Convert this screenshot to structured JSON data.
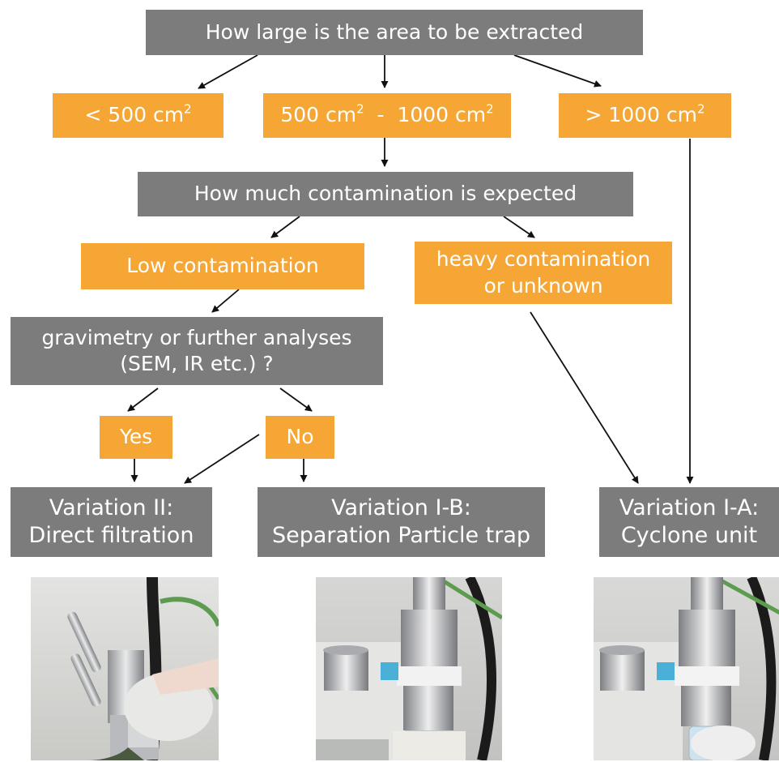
{
  "questions": {
    "area": "How large is the area to be extracted",
    "contamination": "How much contamination is expected",
    "analysis_line1": "gravimetry or further analyses",
    "analysis_line2": "(SEM, IR etc.) ?"
  },
  "area_options": {
    "small": {
      "text": "< 500 cm",
      "sup": "2"
    },
    "medium": {
      "text_a": "500 cm",
      "sup_a": "2",
      "text_b": "  -  1000 cm",
      "sup_b": "2"
    },
    "large": {
      "text": "> 1000 cm",
      "sup": "2"
    }
  },
  "contamination_options": {
    "low": "Low contamination",
    "heavy_line1": "heavy contamination",
    "heavy_line2": "or unknown"
  },
  "answers": {
    "yes": "Yes",
    "no": "No"
  },
  "results": {
    "variation_ii": {
      "line1": "Variation II:",
      "line2": "Direct filtration"
    },
    "variation_ib": {
      "line1": "Variation I-B:",
      "line2": "Separation Particle trap"
    },
    "variation_ia": {
      "line1": "Variation I-A:",
      "line2": "Cyclone unit"
    }
  },
  "colors": {
    "question_box": "#7c7c7c",
    "option_box": "#f5a634",
    "text": "#ffffff",
    "arrow": "#111111"
  }
}
